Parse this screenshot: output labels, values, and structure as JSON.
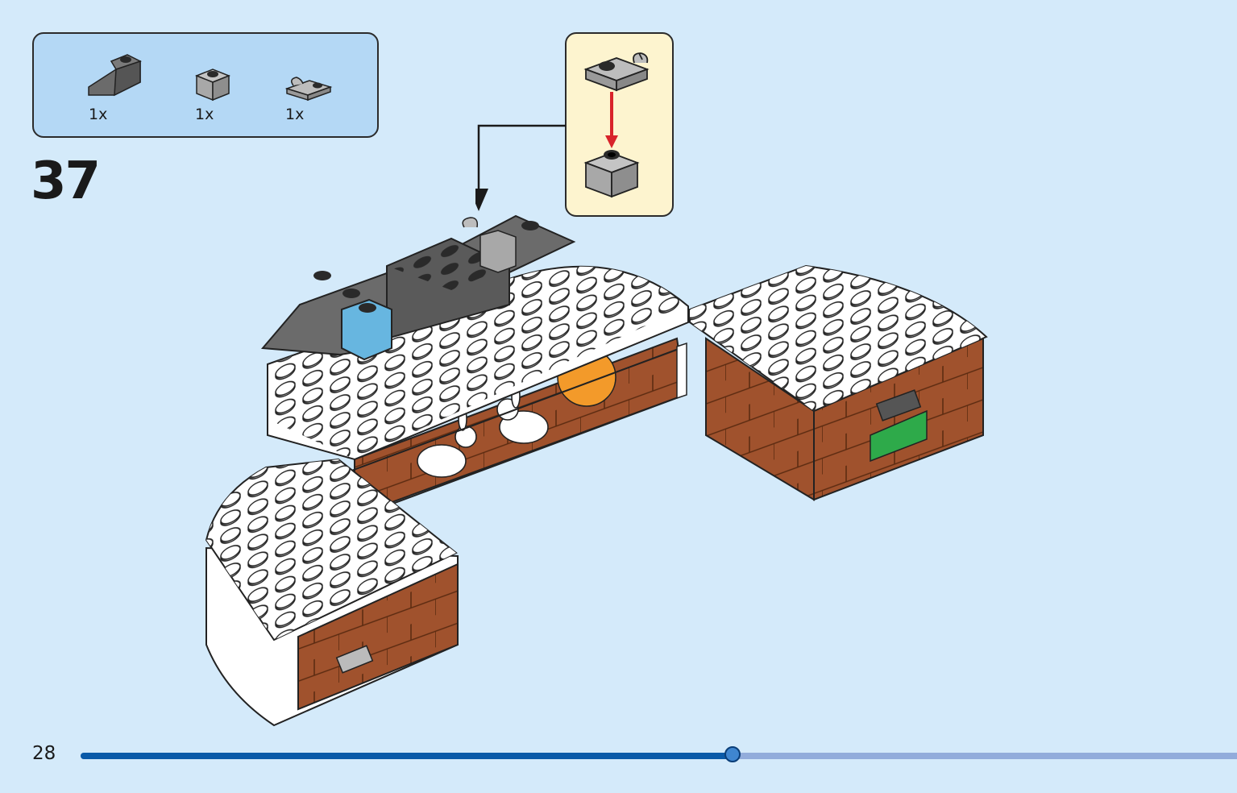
{
  "parts": [
    {
      "name": "slope-brick-dark-grey",
      "qty": "1x",
      "color": "#6b6b6b"
    },
    {
      "name": "brick-1x1-light-grey",
      "qty": "1x",
      "color": "#a8a8a8"
    },
    {
      "name": "clip-plate-light-grey",
      "qty": "1x",
      "color": "#a8a8a8"
    }
  ],
  "step": {
    "number": "37"
  },
  "page": {
    "number": "28",
    "progress": 0.564
  },
  "colors": {
    "background": "#d4eafa",
    "parts_panel": "#b4d8f5",
    "callout": "#fdf4cf",
    "progress_fill": "#0a5aa8",
    "progress_track": "#92acdb",
    "arrow_red": "#d8232a"
  }
}
